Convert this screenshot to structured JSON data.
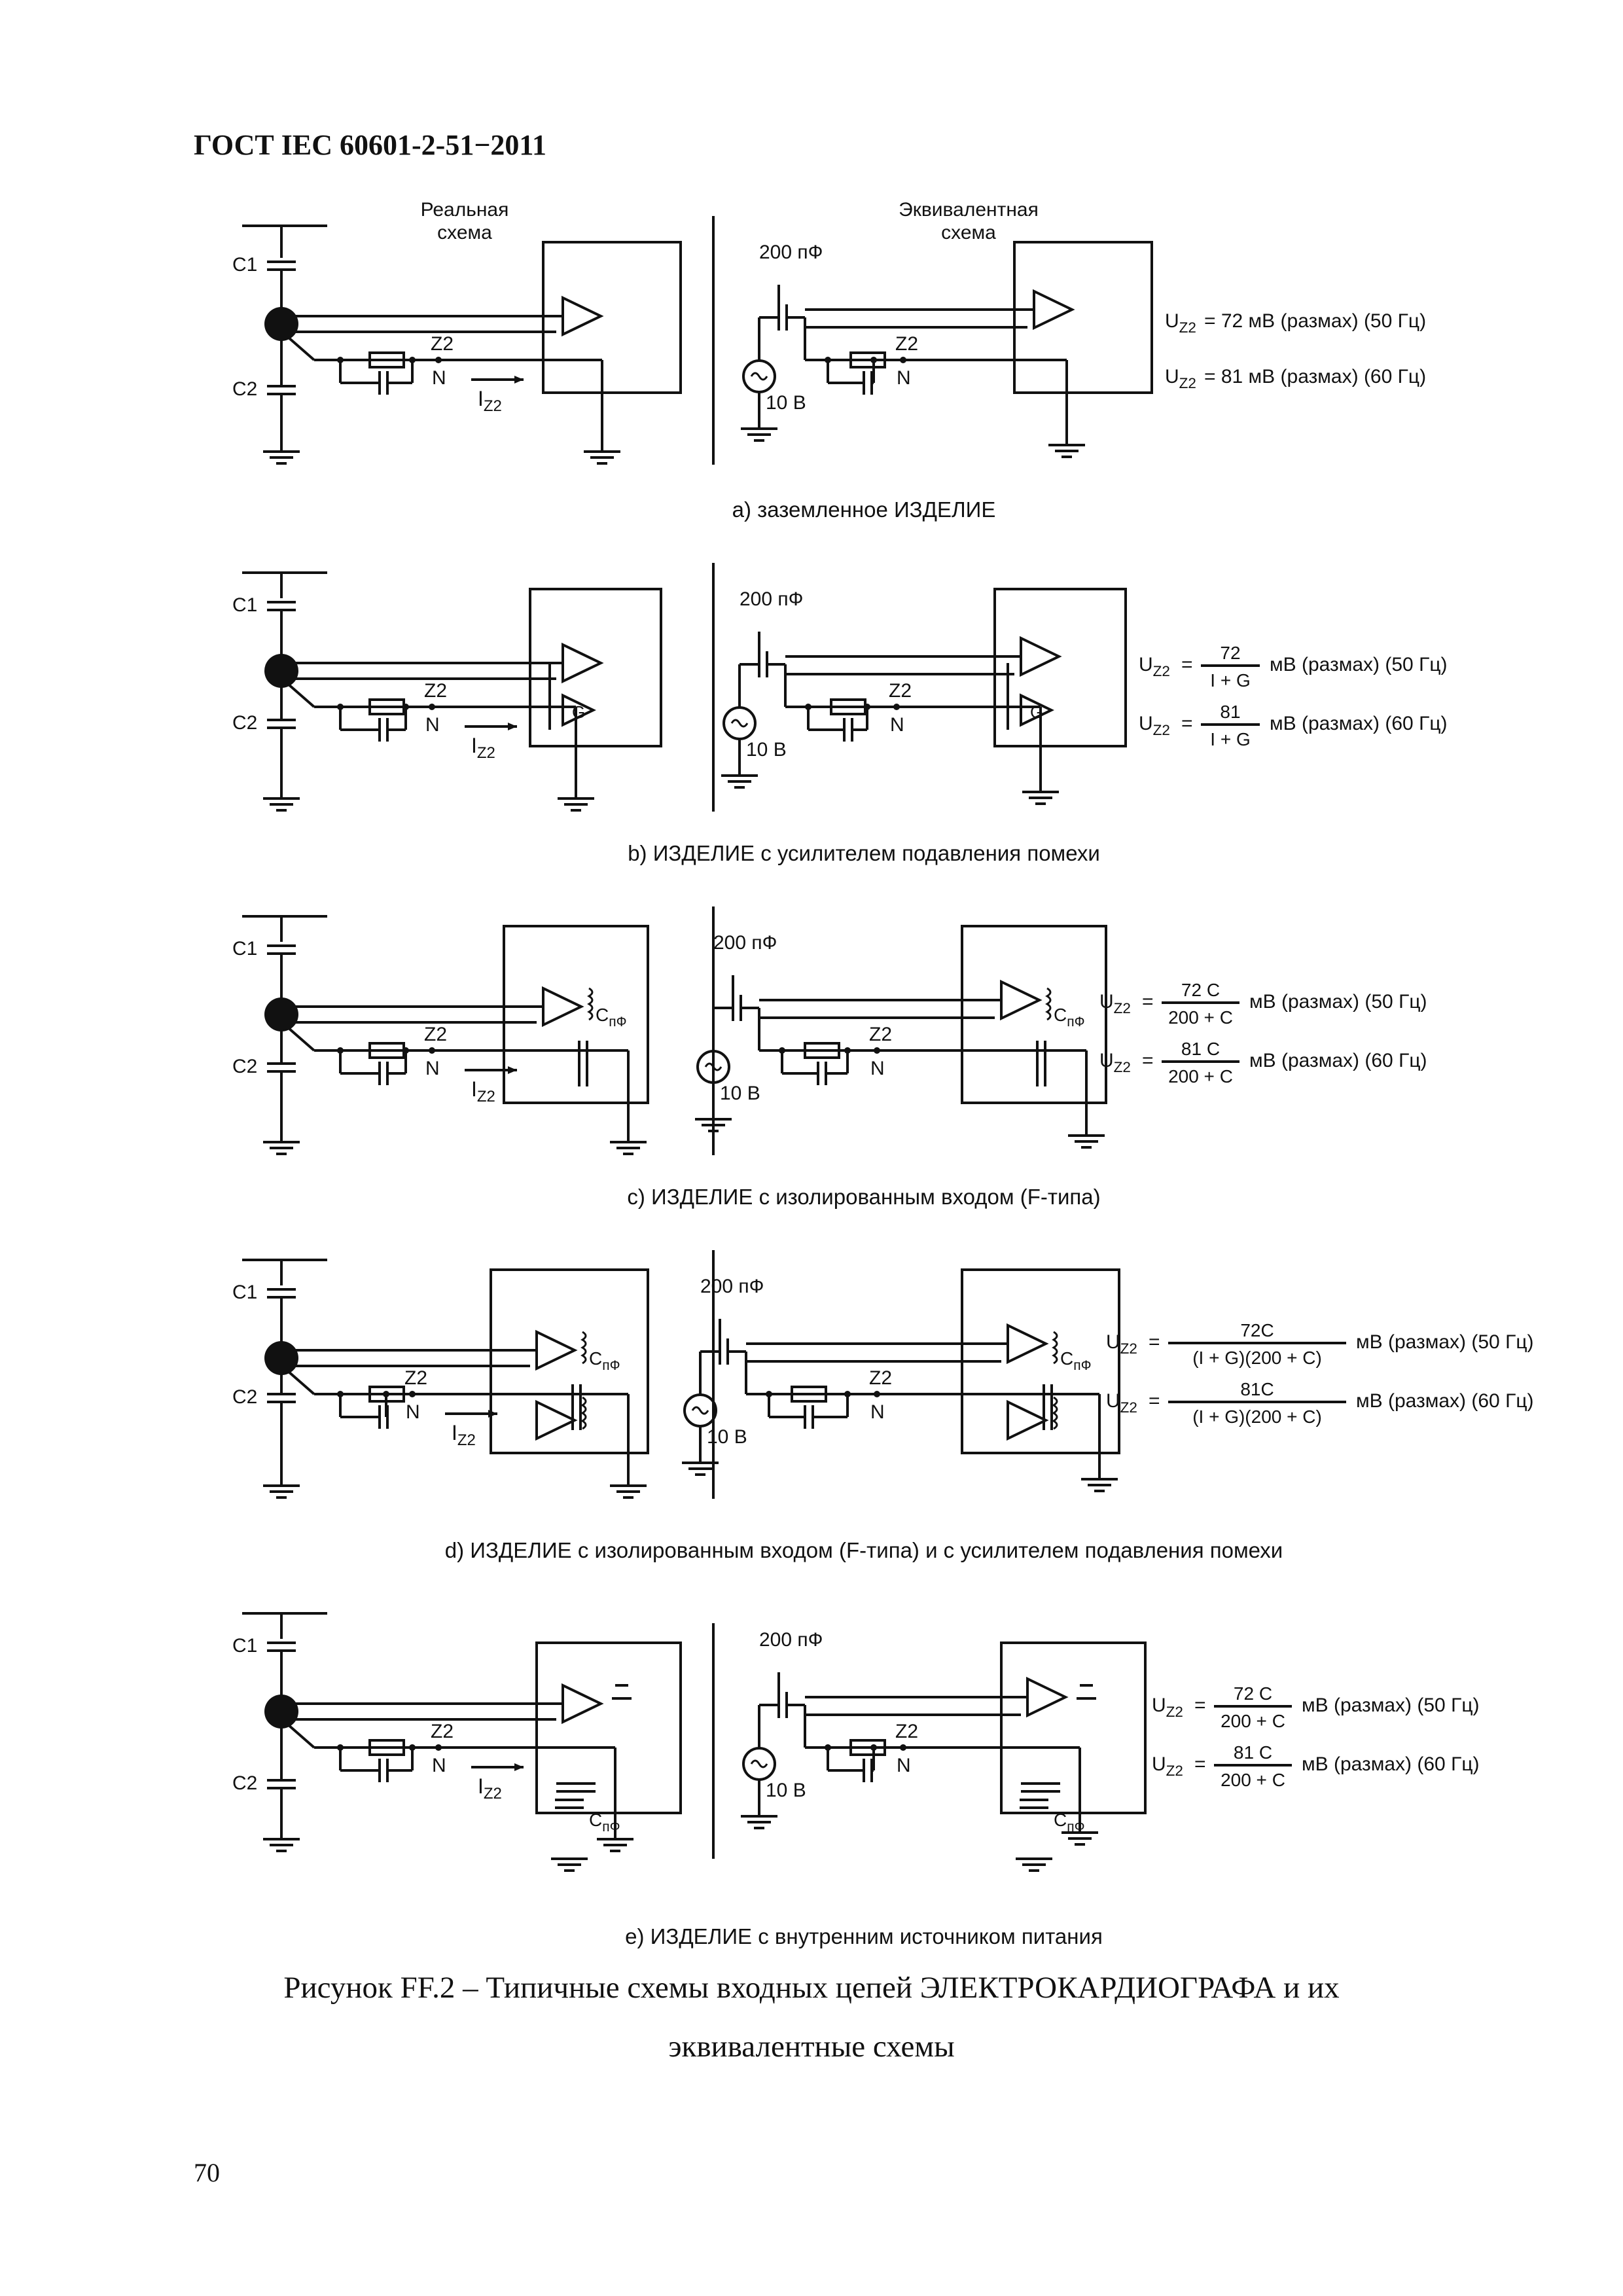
{
  "header": {
    "doc_code": "ГОСТ IEC 60601-2-51−2011"
  },
  "column_titles": {
    "real": [
      "Реальная",
      "схема"
    ],
    "equiv": [
      "Эквивалентная",
      "схема"
    ]
  },
  "labels": {
    "c1": "C1",
    "c2": "C2",
    "z2": "Z2",
    "n": "N",
    "i": "I",
    "i_sub": "Z2",
    "u": "U",
    "u_sub": "Z2",
    "cap200": "200 пФ",
    "v10": "10 В",
    "g": "G",
    "cpf_c": "C",
    "cpf_sub": "пФ",
    "eq": "="
  },
  "panels": [
    {
      "caption": "а) заземленное ИЗДЕЛИЕ",
      "f50": "= 72 мВ (размах) (50 Гц)",
      "f60": "= 81 мВ (размах) (60 Гц)"
    },
    {
      "caption": "b) ИЗДЕЛИЕ с усилителем подавления помехи",
      "num50": "72",
      "num60": "81",
      "den": "I + G",
      "tail50": "мВ (размах) (50 Гц)",
      "tail60": "мВ (размах) (60 Гц)"
    },
    {
      "caption": "с) ИЗДЕЛИЕ с изолированным входом (F-типа)",
      "num50": "72 C",
      "num60": "81 C",
      "den": "200 + C",
      "tail50": "мВ (размах) (50 Гц)",
      "tail60": "мВ (размах) (60 Гц)"
    },
    {
      "caption": "d) ИЗДЕЛИЕ с изолированным входом (F-типа) и с усилителем подавления помехи",
      "num50": "72C",
      "num60": "81C",
      "den": "(I + G)(200 + C)",
      "tail50": "мВ (размах) (50 Гц)",
      "tail60": "мВ (размах) (60 Гц)"
    },
    {
      "caption": "е) ИЗДЕЛИЕ с внутренним источником питания",
      "num50": "72 C",
      "num60": "81 C",
      "den": "200 + C",
      "tail50": "мВ (размах) (50 Гц)",
      "tail60": "мВ (размах) (60 Гц)"
    }
  ],
  "figure_caption": [
    "Рисунок FF.2 – Типичные схемы входных цепей ЭЛЕКТРОКАРДИОГРАФА и их",
    "эквивалентные схемы"
  ],
  "page_number": "70"
}
